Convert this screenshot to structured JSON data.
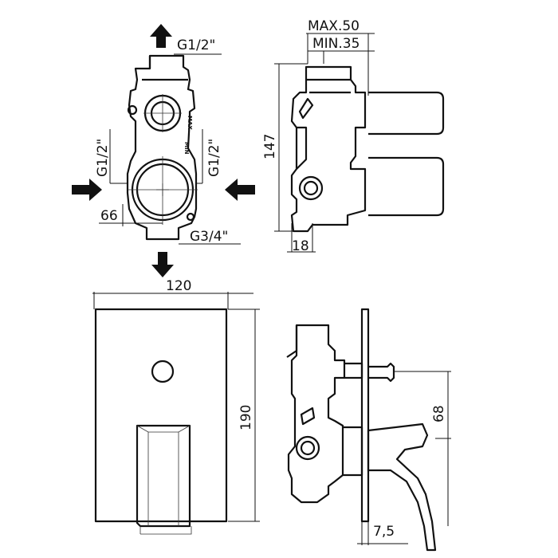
{
  "drawing": {
    "top_view": {
      "inlet_top": "G1/2\"",
      "inlet_left": "G1/2\"",
      "inlet_right": "G1/2\"",
      "outlet_bottom": "G3/4\"",
      "dim_width": "66",
      "mark_max": "MAX",
      "mark_min": "MIN"
    },
    "side_view": {
      "depth_max": "MAX.50",
      "depth_min": "MIN.35",
      "height": "147",
      "offset": "18"
    },
    "front_plate": {
      "width": "120",
      "height": "190"
    },
    "section_view": {
      "lever_height": "68",
      "plate_offset": "7,5"
    }
  },
  "colors": {
    "line": "#111111",
    "background": "#ffffff"
  }
}
